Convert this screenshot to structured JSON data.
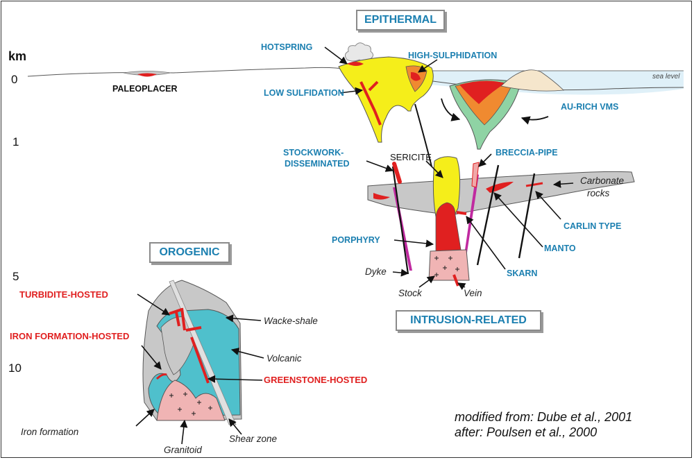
{
  "scale": {
    "unit": "km",
    "ticks": [
      "0",
      "1",
      "5",
      "10"
    ]
  },
  "sections": {
    "epithermal": "EPITHERMAL",
    "intrusion_related": "INTRUSION-RELATED",
    "orogenic": "OROGENIC"
  },
  "labels": {
    "sea_level": "sea level",
    "paleoplacer": "PALEOPLACER",
    "hotspring": "HOTSPRING",
    "high_sulphidation": "HIGH-SULPHIDATION",
    "low_sulfidation": "LOW SULFIDATION",
    "au_rich_vms": "AU-RICH VMS",
    "stockwork_line1": "STOCKWORK-",
    "stockwork_line2": "DISSEMINATED",
    "sericite": "SERICITE",
    "breccia_pipe": "BRECCIA-PIPE",
    "carbonate_line1": "Carbonate",
    "carbonate_line2": "rocks",
    "carlin_type": "CARLIN TYPE",
    "porphyry": "PORPHYRY",
    "manto": "MANTO",
    "dyke": "Dyke",
    "skarn": "SKARN",
    "stock": "Stock",
    "vein": "Vein",
    "turbidite_hosted": "TURBIDITE-HOSTED",
    "iron_formation_hosted": "IRON FORMATION-HOSTED",
    "wacke_shale": "Wacke-shale",
    "volcanic": "Volcanic",
    "greenstone_hosted": "GREENSTONE-HOSTED",
    "iron_formation": "Iron formation",
    "granitoid": "Granitoid",
    "shear_zone": "Shear zone"
  },
  "credit": {
    "line1": "modified from: Dube et al., 2001",
    "line2": "after: Poulsen et al., 2000"
  },
  "colors": {
    "ore_red": "#e02020",
    "epithermal_yellow": "#f5ee1a",
    "alteration_orange": "#f08a30",
    "vms_green": "#8fd3a4",
    "sea_blue": "#dff0f8",
    "carbonate_grey": "#c8c8c8",
    "volcanic_cyan": "#4fc0cc",
    "granitoid_pink": "#f0b4b4",
    "dyke_magenta": "#c02aa0",
    "label_blue": "#1b7fb0"
  }
}
